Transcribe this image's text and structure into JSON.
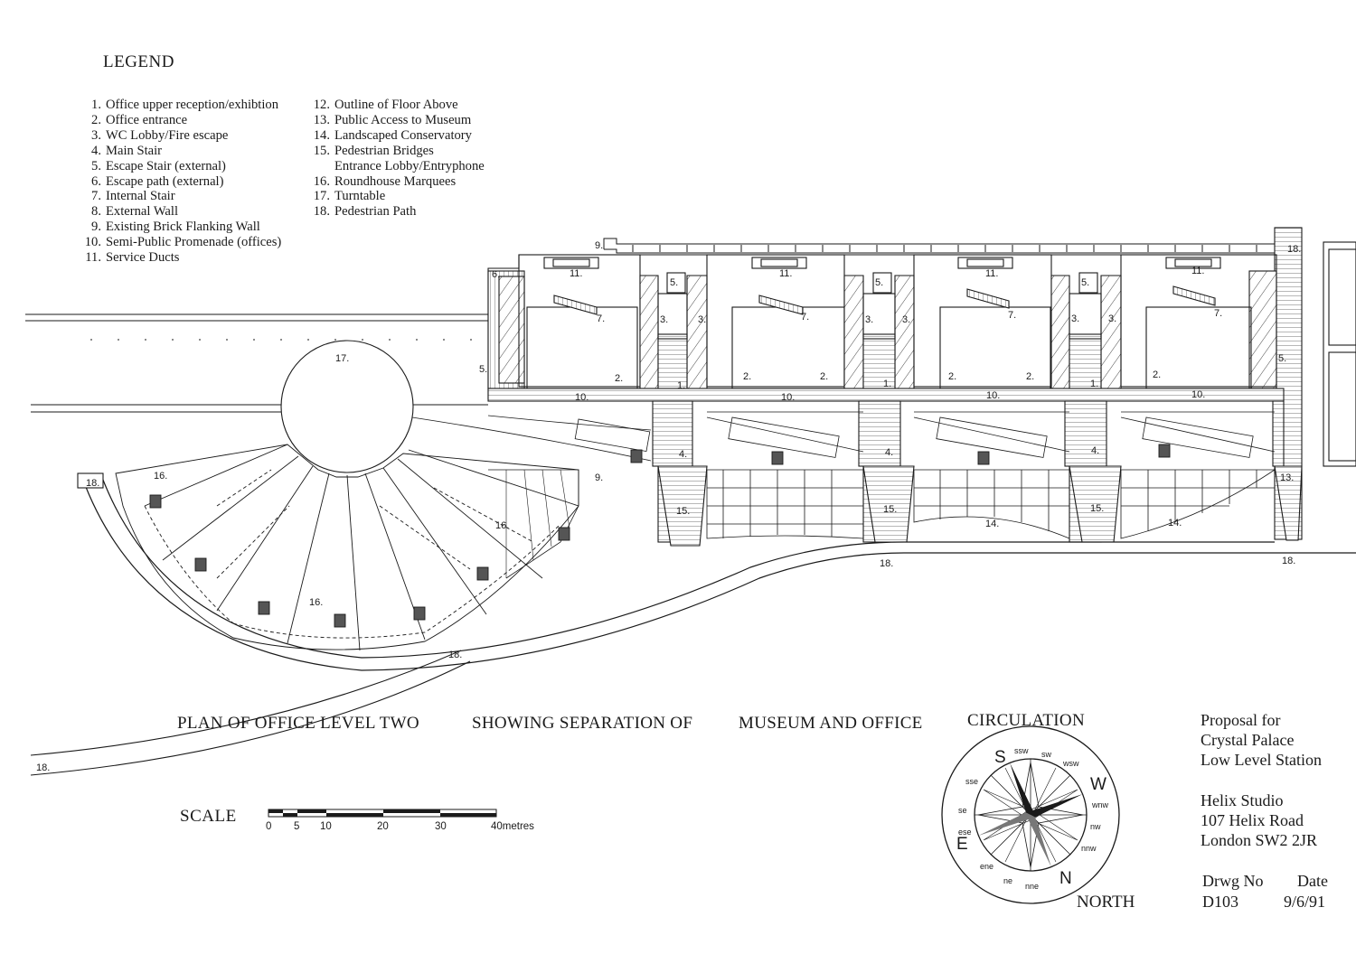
{
  "legend": {
    "title": "LEGEND",
    "col1": [
      {
        "num": "1.",
        "text": "Office upper reception/exhibtion"
      },
      {
        "num": "2.",
        "text": "Office entrance"
      },
      {
        "num": "3.",
        "text": "WC Lobby/Fire escape"
      },
      {
        "num": "4.",
        "text": "Main Stair"
      },
      {
        "num": "5.",
        "text": "Escape Stair (external)"
      },
      {
        "num": "6.",
        "text": "Escape path (external)"
      },
      {
        "num": "7.",
        "text": "Internal Stair"
      },
      {
        "num": "8.",
        "text": "External Wall"
      },
      {
        "num": "9.",
        "text": "Existing Brick Flanking Wall"
      },
      {
        "num": "10.",
        "text": "Semi-Public Promenade (offices)"
      },
      {
        "num": "11.",
        "text": "Service Ducts"
      }
    ],
    "col2": [
      {
        "num": "12.",
        "text": "Outline of Floor Above"
      },
      {
        "num": "13.",
        "text": "Public Access to Museum"
      },
      {
        "num": "14.",
        "text": "Landscaped Conservatory"
      },
      {
        "num": "15.",
        "text": "Pedestrian Bridges"
      },
      {
        "num": "",
        "text": "Entrance Lobby/Entryphone"
      },
      {
        "num": "16.",
        "text": "Roundhouse Marquees"
      },
      {
        "num": "17.",
        "text": "Turntable"
      },
      {
        "num": "18.",
        "text": "Pedestrian Path"
      }
    ]
  },
  "plan_title": {
    "part1": "PLAN OF OFFICE LEVEL TWO",
    "part2": "SHOWING SEPARATION OF",
    "part3": "MUSEUM AND OFFICE",
    "part4": "CIRCULATION"
  },
  "scale": {
    "label": "SCALE",
    "ticks": [
      "0",
      "5",
      "10",
      "20",
      "30",
      "40metres"
    ]
  },
  "title_block": {
    "proposal": [
      "Proposal for",
      "Crystal Palace",
      "Low Level Station"
    ],
    "studio": [
      "Helix Studio",
      "107 Helix Road",
      "London SW2 2JR"
    ],
    "drwg_no_label": "Drwg No",
    "date_label": "Date",
    "drwg_no": "D103",
    "date": "9/6/91"
  },
  "compass": {
    "north_label": "NORTH",
    "cardinals": {
      "S": "S",
      "W": "W",
      "N": "N",
      "E": "E"
    },
    "minor": {
      "ssw": "ssw",
      "sw": "sw",
      "wsw": "wsw",
      "wnw": "wnw",
      "nw": "nw",
      "nnw": "nnw",
      "nne": "nne",
      "ne": "ne",
      "ene": "ene",
      "ese": "ese",
      "se": "se",
      "sse": "sse"
    }
  },
  "plan_labels": {
    "l1": "1.",
    "l2": "2.",
    "l3": "3.",
    "l4": "4.",
    "l5": "5.",
    "l6": "6.",
    "l7": "7.",
    "l9": "9.",
    "l10": "10.",
    "l11": "11.",
    "l13": "13.",
    "l14": "14.",
    "l15": "15.",
    "l16": "16.",
    "l17": "17.",
    "l18": "18."
  }
}
